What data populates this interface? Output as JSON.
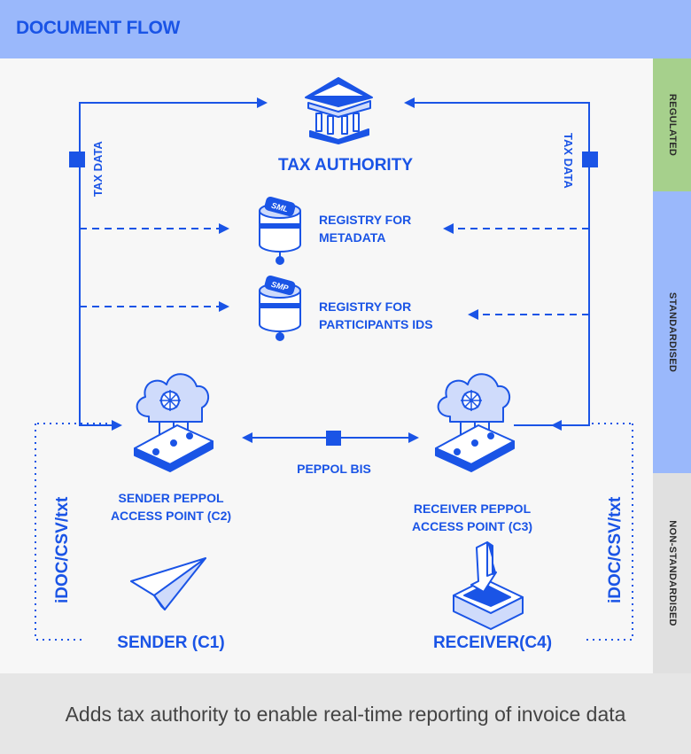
{
  "header": {
    "title": "DOCUMENT FLOW"
  },
  "bands": {
    "regulated": "REGULATED",
    "standardised": "STANDARDISED",
    "non_standardised": "NON-STANDARDISED"
  },
  "nodes": {
    "tax_authority": "TAX AUTHORITY",
    "sml_badge": "SML",
    "smp_badge": "SMP",
    "registry_metadata": [
      "REGISTRY FOR",
      "METADATA"
    ],
    "registry_participants": [
      "REGISTRY FOR",
      "PARTICIPANTS IDS"
    ],
    "sender_ap": [
      "SENDER PEPPOL",
      "ACCESS POINT (C2)"
    ],
    "receiver_ap": [
      "RECEIVER PEPPOL",
      "ACCESS POINT (C3)"
    ],
    "sender": "SENDER (C1)",
    "receiver": "RECEIVER(C4)"
  },
  "edges": {
    "tax_data_left": "TAX DATA",
    "tax_data_right": "TAX DATA",
    "peppol_bis": "PEPPOL BIS",
    "format_left": "iDOC/CSV/txt",
    "format_right": "iDOC/CSV/txt"
  },
  "footer": {
    "caption": "Adds tax authority to enable real-time reporting of invoice data"
  },
  "colors": {
    "accent": "#1a54e6",
    "header_bg": "#9ab8fb",
    "regulated": "#a6d08c",
    "standardised": "#9ab8fb",
    "non_standardised": "#e0e0e0"
  }
}
